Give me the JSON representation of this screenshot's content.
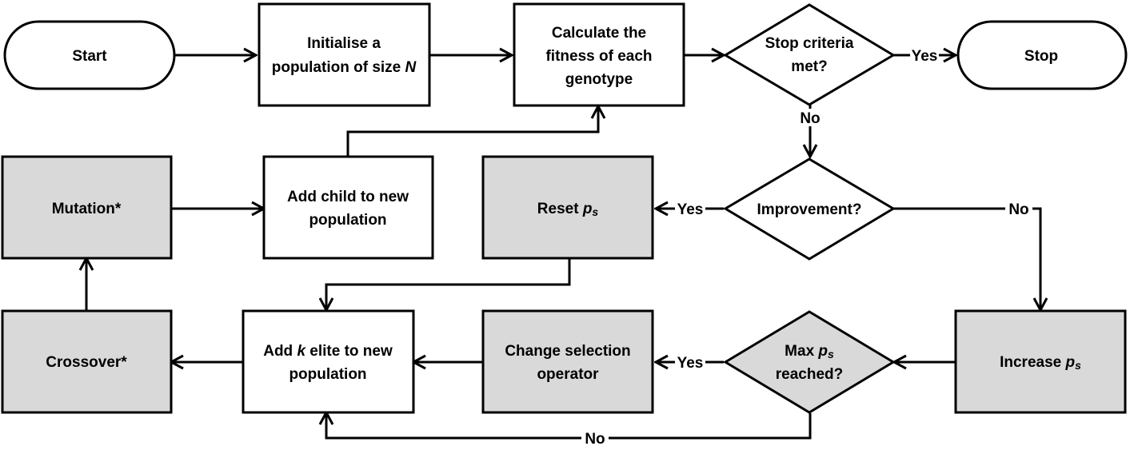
{
  "colors": {
    "plain_fill": "#ffffff",
    "shaded_fill": "#d9d9d9",
    "stroke": "#000000"
  },
  "nodes": {
    "start": {
      "lines": [
        "Start"
      ]
    },
    "init": {
      "lines": [
        "Initialise a",
        "population of size "
      ],
      "italic": "N"
    },
    "fitness": {
      "lines": [
        "Calculate the",
        "fitness of each",
        "genotype"
      ]
    },
    "stop_criteria": {
      "lines": [
        "Stop criteria",
        "met?"
      ]
    },
    "stop": {
      "lines": [
        "Stop"
      ]
    },
    "mutation": {
      "lines": [
        "Mutation*"
      ]
    },
    "add_child": {
      "lines": [
        "Add child to new",
        "population"
      ]
    },
    "reset_ps": {
      "text": "Reset ",
      "p": "p",
      "sub": "s"
    },
    "improvement": {
      "lines": [
        "Improvement?"
      ]
    },
    "crossover": {
      "lines": [
        "Crossover*"
      ]
    },
    "add_elite": {
      "pre": "Add ",
      "k": "k",
      "post": " elite to new",
      "line2": "population"
    },
    "change_selection": {
      "lines": [
        "Change selection",
        "operator"
      ]
    },
    "max_ps": {
      "pre": "Max ",
      "p": "p",
      "sub": "s",
      "line2": "reached?"
    },
    "increase_ps": {
      "text": "Increase ",
      "p": "p",
      "sub": "s"
    }
  },
  "edge_labels": {
    "stop_yes": "Yes",
    "stop_no": "No",
    "improve_yes": "Yes",
    "improve_no": "No",
    "max_yes": "Yes",
    "max_no": "No"
  }
}
